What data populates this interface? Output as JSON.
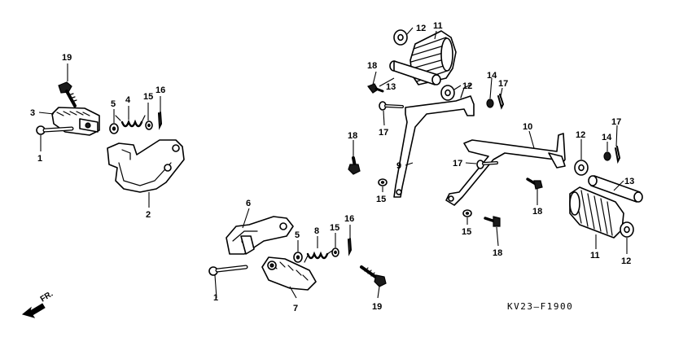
{
  "diagram_code": "KV23–F1900",
  "direction_label": "FR.",
  "callouts": {
    "c1a": "1",
    "c1b": "1",
    "c2": "2",
    "c3": "3",
    "c4": "4",
    "c5a": "5",
    "c5b": "5",
    "c6": "6",
    "c7": "7",
    "c8": "8",
    "c9": "9",
    "c10": "10",
    "c11a": "11",
    "c11b": "11",
    "c12a": "12",
    "c12b": "12",
    "c12c": "12",
    "c12d": "12",
    "c13a": "13",
    "c13b": "13",
    "c14a": "14",
    "c14b": "14",
    "c15a": "15",
    "c15b": "15",
    "c15c": "15",
    "c15d": "15",
    "c16a": "16",
    "c16b": "16",
    "c17a": "17",
    "c17b": "17",
    "c17c": "17",
    "c17d": "17",
    "c18a": "18",
    "c18b": "18",
    "c18c": "18",
    "c18d": "18",
    "c19a": "19",
    "c19b": "19"
  }
}
